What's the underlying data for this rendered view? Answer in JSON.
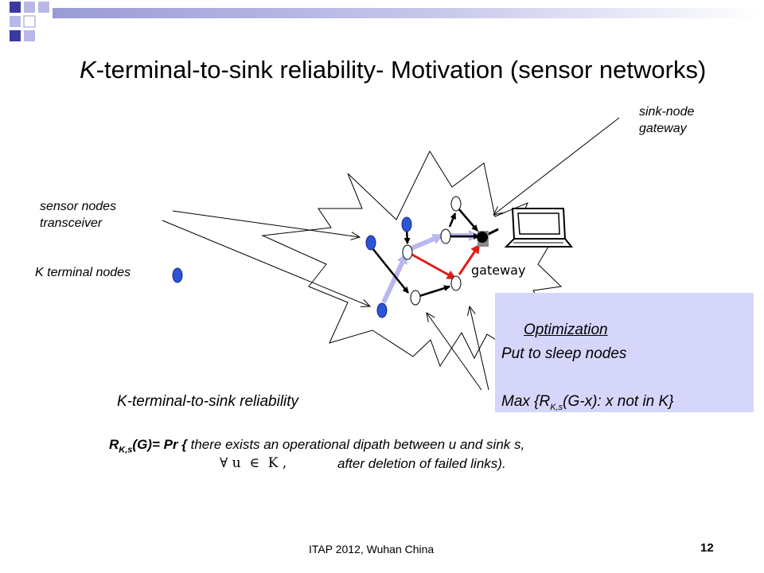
{
  "title": {
    "italic_part": "K",
    "rest": "-terminal-to-sink reliability- Motivation (sensor networks)"
  },
  "labels": {
    "sink_node": "sink-node",
    "gateway_upper": "gateway",
    "sensor_nodes": "sensor nodes",
    "transceiver": "transceiver",
    "k_terminal_nodes": "K terminal nodes",
    "gateway_node": "gateway"
  },
  "optimization": {
    "title": "Optimization",
    "line1": "Put to sleep nodes",
    "line2_pre": "Max {R",
    "line2_sub": "K,s",
    "line2_post": "(G-x): x not in K}"
  },
  "reliability_heading": "K-terminal-to-sink reliability",
  "formula": {
    "r": "R",
    "sub": "K,s",
    "rest": "(G)= Pr {",
    "body": " there exists an operational dipath between u and  sink s,",
    "forall": "∀ u  ∈  K ,",
    "line2": "after deletion of failed links)."
  },
  "footer": {
    "text": "ITAP 2012, Wuhan China",
    "page": "12"
  },
  "colors": {
    "terminal_node": "#2a55d6",
    "red_arrow": "#e11b1b",
    "highlight_arrow": "#b8b8ee",
    "opt_box": "#d6d6fa"
  }
}
